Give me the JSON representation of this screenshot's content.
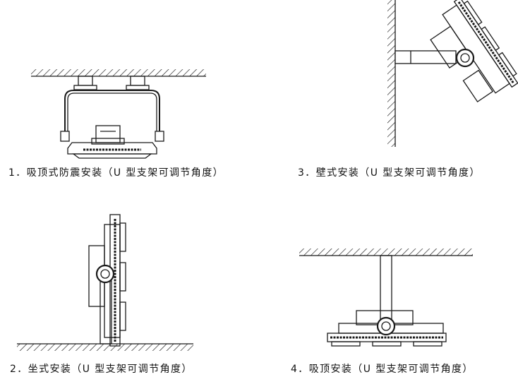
{
  "captions": [
    {
      "id": "ceiling-shockproof",
      "text": "1．吸顶式防震安装（U 型支架可调节角度）"
    },
    {
      "id": "wall",
      "text": "3．壁式安装（U 型支架可调节角度）"
    },
    {
      "id": "floor",
      "text": "2．坐式安装（U 型支架可调节角度）"
    },
    {
      "id": "ceiling",
      "text": "4．吸顶安装（U 型支架可调节角度）"
    }
  ],
  "colors": {
    "line": "#1a1a1a",
    "background": "#ffffff"
  }
}
